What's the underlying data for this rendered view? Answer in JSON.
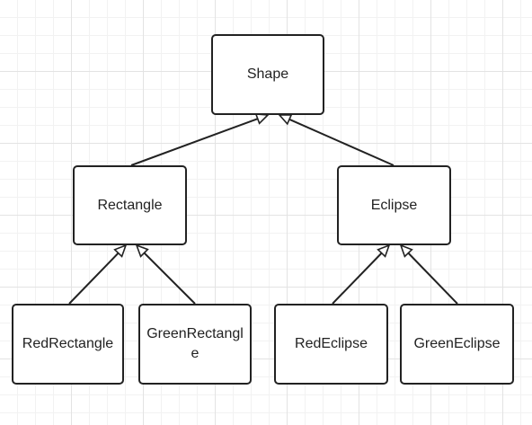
{
  "diagram": {
    "type": "class-inheritance",
    "nodes": {
      "shape": "Shape",
      "rectangle": "Rectangle",
      "eclipse": "Eclipse",
      "red_rectangle": "RedRectangle",
      "green_rectangle": "GreenRectangle",
      "red_eclipse": "RedEclipse",
      "green_eclipse": "GreenEclipse"
    },
    "edges": [
      {
        "from": "rectangle",
        "to": "shape",
        "arrow": "hollow-triangle"
      },
      {
        "from": "eclipse",
        "to": "shape",
        "arrow": "hollow-triangle"
      },
      {
        "from": "red_rectangle",
        "to": "rectangle",
        "arrow": "hollow-triangle"
      },
      {
        "from": "green_rectangle",
        "to": "rectangle",
        "arrow": "hollow-triangle"
      },
      {
        "from": "red_eclipse",
        "to": "eclipse",
        "arrow": "hollow-triangle"
      },
      {
        "from": "green_eclipse",
        "to": "eclipse",
        "arrow": "hollow-triangle"
      }
    ]
  },
  "colors": {
    "background": "#ffffff",
    "grid_major": "#e3e3e3",
    "grid_minor": "#f2f2f2",
    "stroke": "#222222",
    "node_fill": "#ffffff"
  }
}
